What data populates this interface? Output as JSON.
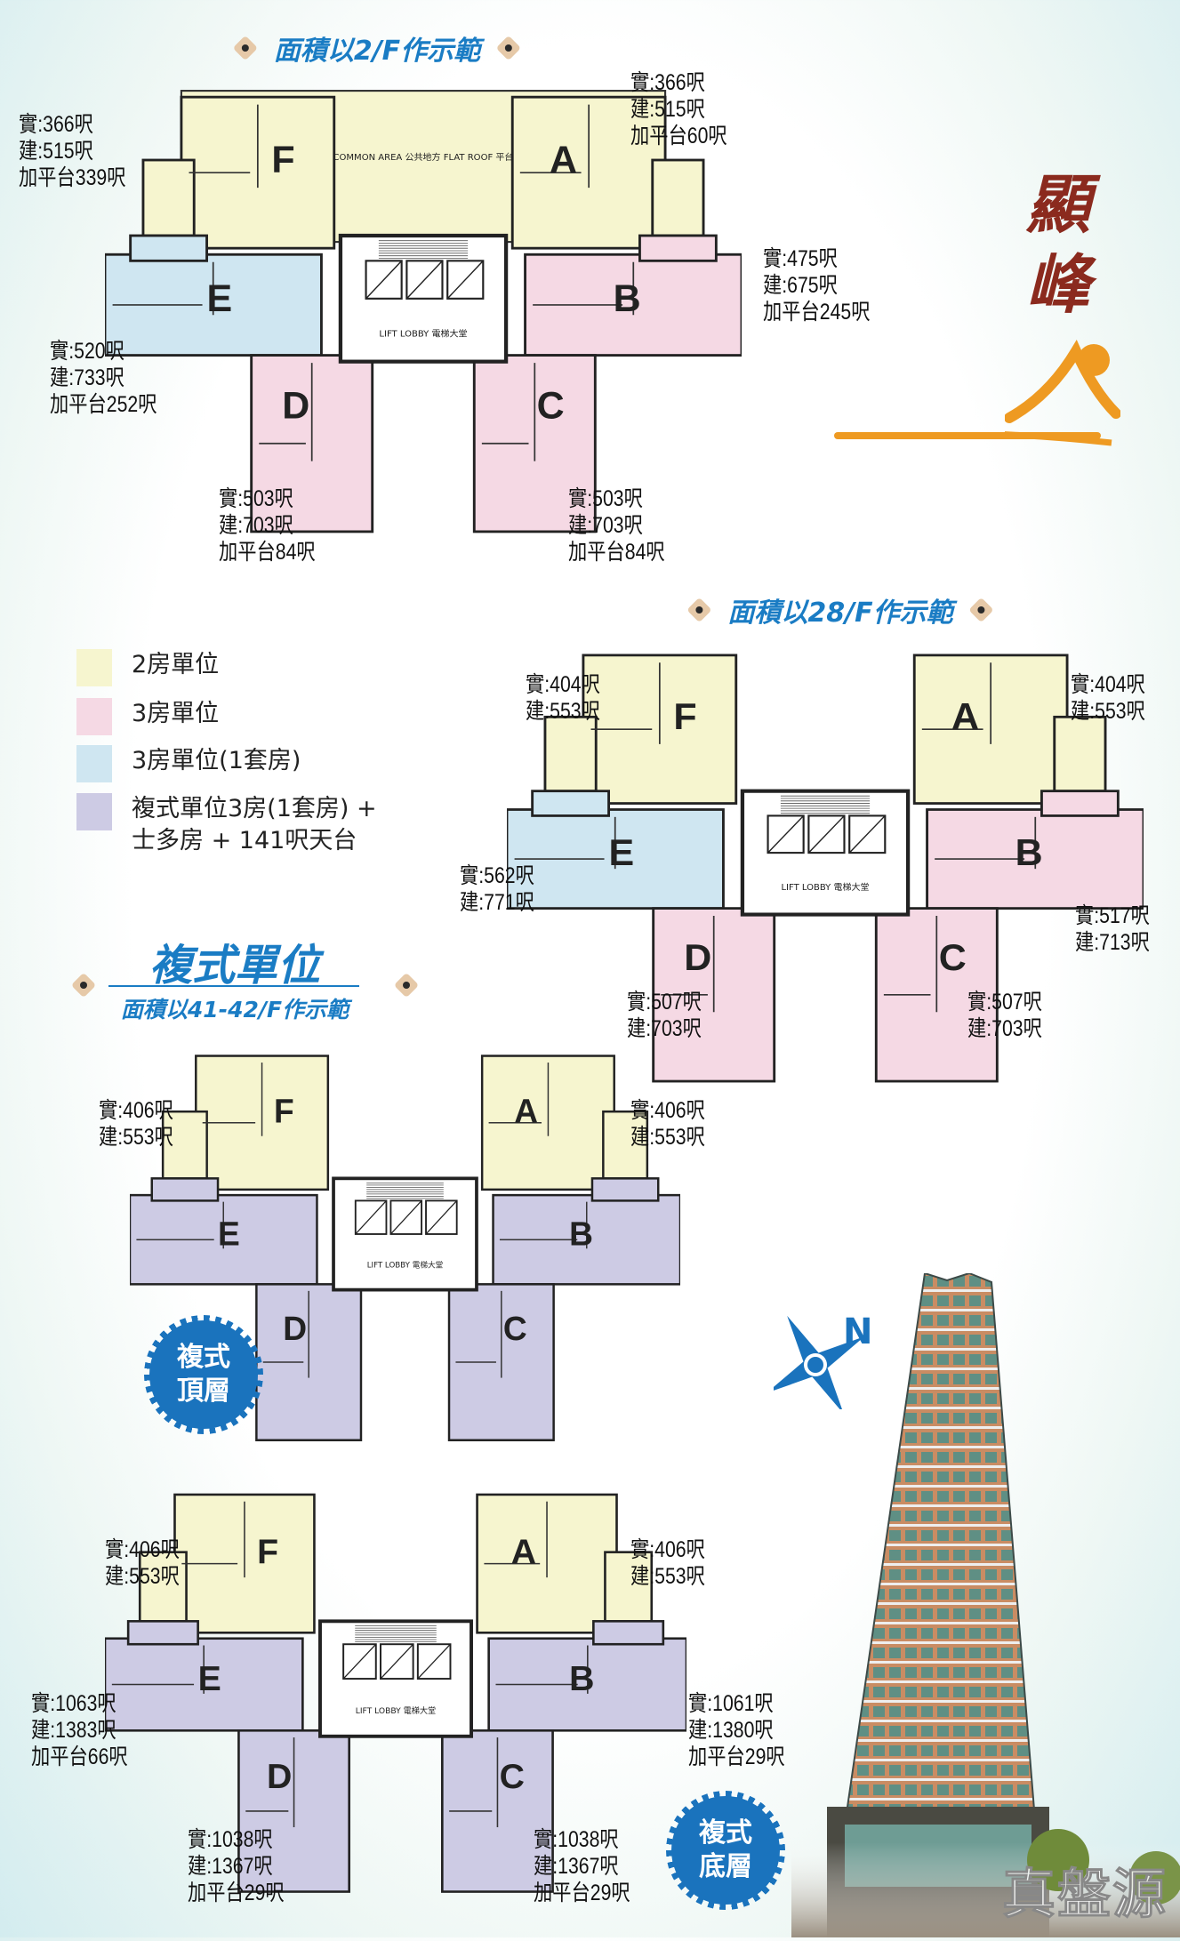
{
  "colors": {
    "two_bed": "#f6f5cf",
    "three_bed": "#f5d9e4",
    "three_bed_suite": "#cfe6f1",
    "duplex": "#cdcbe4",
    "title_blue": "#1a7cc4",
    "badge_blue": "#1a73bd",
    "logo_red": "#8b2a1e",
    "logo_orange": "#ee9a22"
  },
  "logo": {
    "text": "顯峰"
  },
  "plan_2f": {
    "title": "面積以2/F作示範",
    "core_label": "LIFT LOBBY 電梯大堂",
    "roof_label": "COMMON AREA 公共地方 FLAT ROOF 平台",
    "units": {
      "A": "A",
      "B": "B",
      "C": "C",
      "D": "D",
      "E": "E",
      "F": "F"
    },
    "areas": {
      "F": [
        "實:366呎",
        "建:515呎",
        "加平台339呎"
      ],
      "A": [
        "實:366呎",
        "建:515呎",
        "加平台60呎"
      ],
      "B": [
        "實:475呎",
        "建:675呎",
        "加平台245呎"
      ],
      "E": [
        "實:520呎",
        "建:733呎",
        "加平台252呎"
      ],
      "D": [
        "實:503呎",
        "建:703呎",
        "加平台84呎"
      ],
      "C": [
        "實:503呎",
        "建:703呎",
        "加平台84呎"
      ]
    }
  },
  "legend": [
    {
      "label": "2房單位",
      "type": "two_bed"
    },
    {
      "label": "3房單位",
      "type": "three_bed"
    },
    {
      "label": "3房單位(1套房)",
      "type": "three_bed_suite"
    },
    {
      "label": "複式單位3房(1套房) +\n士多房 + 141呎天台",
      "type": "duplex"
    }
  ],
  "plan_28f": {
    "title": "面積以28/F作示範",
    "core_label": "LIFT LOBBY 電梯大堂",
    "units": {
      "A": "A",
      "B": "B",
      "C": "C",
      "D": "D",
      "E": "E",
      "F": "F"
    },
    "areas": {
      "F": [
        "實:404呎",
        "建:553呎"
      ],
      "A": [
        "實:404呎",
        "建:553呎"
      ],
      "E": [
        "實:562呎",
        "建:771呎"
      ],
      "B": [
        "實:517呎",
        "建:713呎"
      ],
      "D": [
        "實:507呎",
        "建:703呎"
      ],
      "C": [
        "實:507呎",
        "建:703呎"
      ]
    }
  },
  "duplex": {
    "heading": "複式單位",
    "subtitle": "面積以41-42/F作示範",
    "upper": {
      "badge": [
        "複式",
        "頂層"
      ],
      "core_label": "LIFT LOBBY 電梯大堂",
      "units": {
        "A": "A",
        "B": "B",
        "C": "C",
        "D": "D",
        "E": "E",
        "F": "F"
      },
      "areas": {
        "F": [
          "實:406呎",
          "建:553呎"
        ],
        "A": [
          "實:406呎",
          "建:553呎"
        ]
      }
    },
    "lower": {
      "badge": [
        "複式",
        "底層"
      ],
      "core_label": "LIFT LOBBY 電梯大堂",
      "units": {
        "A": "A",
        "B": "B",
        "C": "C",
        "D": "D",
        "E": "E",
        "F": "F"
      },
      "areas": {
        "F": [
          "實:406呎",
          "建:553呎"
        ],
        "A": [
          "實:406呎",
          "建:553呎"
        ],
        "E": [
          "實:1063呎",
          "建:1383呎",
          "加平台66呎"
        ],
        "B": [
          "實:1061呎",
          "建:1380呎",
          "加平台29呎"
        ],
        "D": [
          "實:1038呎",
          "建:1367呎",
          "加平台29呎"
        ],
        "C": [
          "實:1038呎",
          "建:1367呎",
          "加平台29呎"
        ]
      }
    }
  },
  "compass": {
    "north": "N"
  },
  "watermark": "真盤源"
}
